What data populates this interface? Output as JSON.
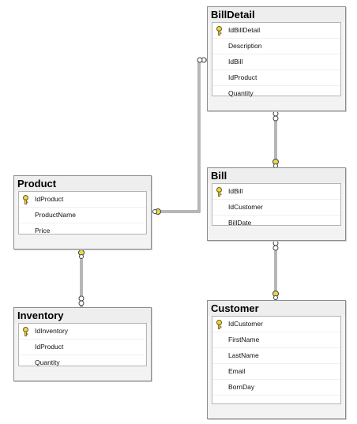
{
  "tables": {
    "billdetail": {
      "name": "BillDetail",
      "columns": [
        {
          "name": "IdBillDetail",
          "pk": true
        },
        {
          "name": "Description",
          "pk": false
        },
        {
          "name": "IdBill",
          "pk": false
        },
        {
          "name": "IdProduct",
          "pk": false
        },
        {
          "name": "Quantity",
          "pk": false
        }
      ]
    },
    "product": {
      "name": "Product",
      "columns": [
        {
          "name": "IdProduct",
          "pk": true
        },
        {
          "name": "ProductName",
          "pk": false
        },
        {
          "name": "Price",
          "pk": false
        }
      ]
    },
    "bill": {
      "name": "Bill",
      "columns": [
        {
          "name": "IdBill",
          "pk": true
        },
        {
          "name": "IdCustomer",
          "pk": false
        },
        {
          "name": "BillDate",
          "pk": false
        }
      ]
    },
    "inventory": {
      "name": "Inventory",
      "columns": [
        {
          "name": "IdInventory",
          "pk": true
        },
        {
          "name": "IdProduct",
          "pk": false
        },
        {
          "name": "Quantity",
          "pk": false
        }
      ]
    },
    "customer": {
      "name": "Customer",
      "columns": [
        {
          "name": "IdCustomer",
          "pk": true
        },
        {
          "name": "FirstName",
          "pk": false
        },
        {
          "name": "LastName",
          "pk": false
        },
        {
          "name": "Email",
          "pk": false
        },
        {
          "name": "BornDay",
          "pk": false
        }
      ]
    }
  },
  "relationships": [
    {
      "from": "billdetail",
      "to": "product"
    },
    {
      "from": "billdetail",
      "to": "bill"
    },
    {
      "from": "bill",
      "to": "customer"
    },
    {
      "from": "inventory",
      "to": "product"
    }
  ],
  "colors": {
    "key": "#e8d84a",
    "line": "#7a7a7a",
    "border": "#8c8c8c"
  },
  "icons": {
    "primary_key": "key-icon"
  }
}
